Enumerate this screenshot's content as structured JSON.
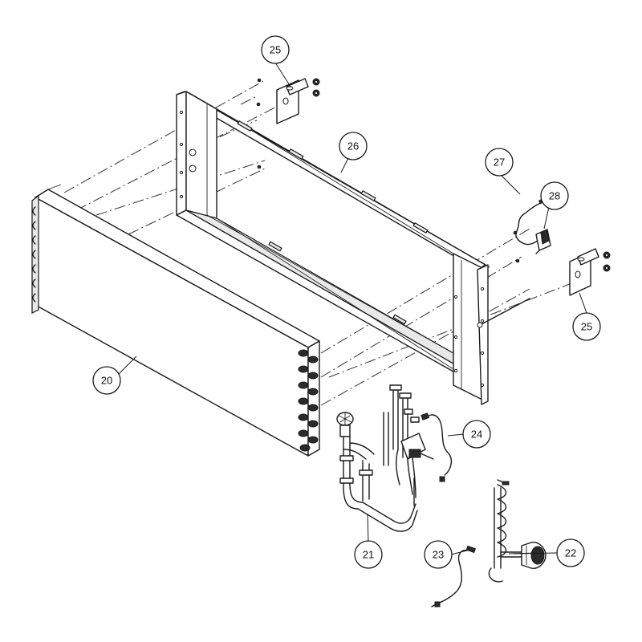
{
  "callouts": [
    {
      "id": "c20",
      "label": "20"
    },
    {
      "id": "c21",
      "label": "21"
    },
    {
      "id": "c22",
      "label": "22"
    },
    {
      "id": "c23",
      "label": "23"
    },
    {
      "id": "c24",
      "label": "24"
    },
    {
      "id": "c25a",
      "label": "25"
    },
    {
      "id": "c25b",
      "label": "25"
    },
    {
      "id": "c26",
      "label": "26"
    },
    {
      "id": "c27",
      "label": "27"
    },
    {
      "id": "c28",
      "label": "28"
    }
  ]
}
